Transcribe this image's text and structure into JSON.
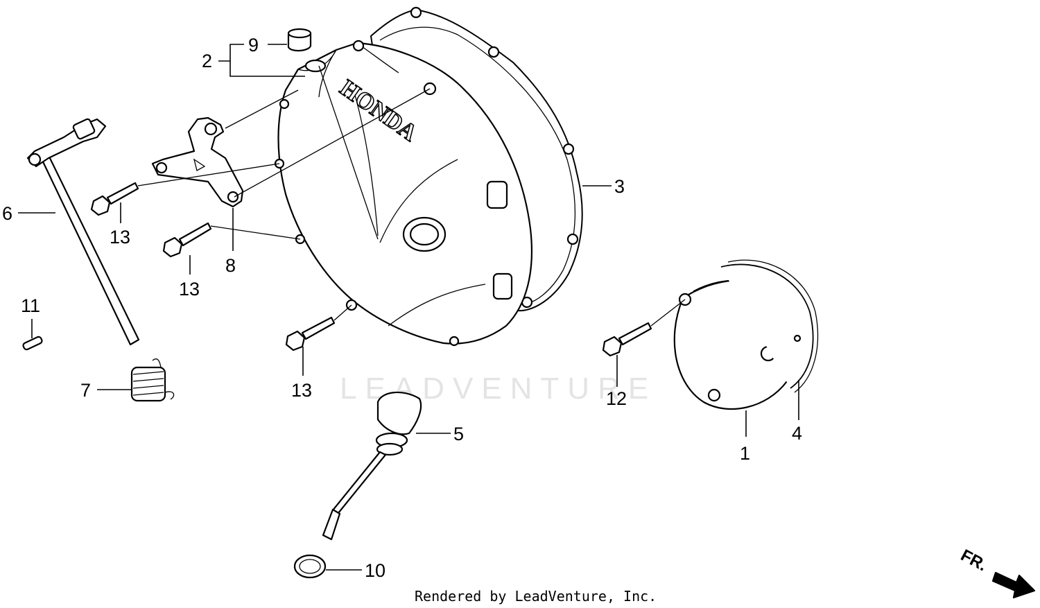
{
  "diagram": {
    "brand_mark": "HONDA",
    "watermark": "LEADVENTURE",
    "footer": "Rendered by LeadVenture, Inc.",
    "direction_indicator": "FR.",
    "callouts": {
      "c1": "1",
      "c2": "2",
      "c3": "3",
      "c4": "4",
      "c5": "5",
      "c6": "6",
      "c7": "7",
      "c8": "8",
      "c9": "9",
      "c10": "10",
      "c11": "11",
      "c12": "12",
      "c13a": "13",
      "c13b": "13",
      "c13c": "13"
    }
  }
}
